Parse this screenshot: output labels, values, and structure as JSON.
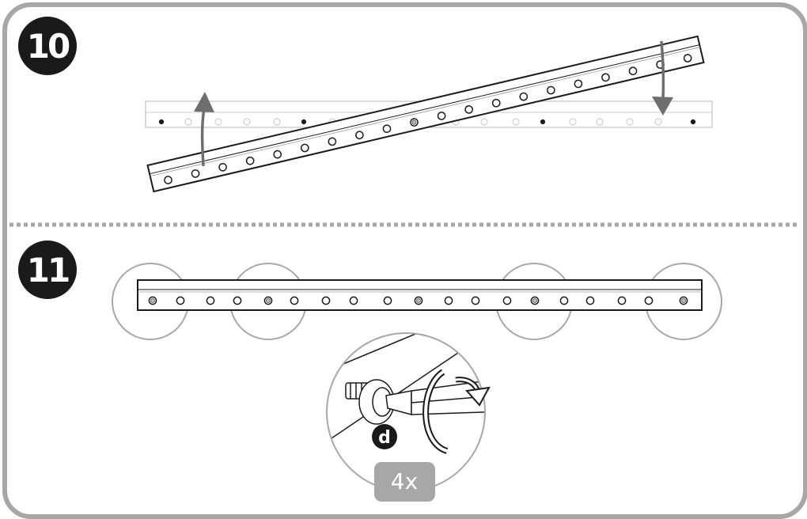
{
  "steps": [
    {
      "number": "10"
    },
    {
      "number": "11"
    }
  ],
  "detail": {
    "part_letter": "d",
    "quantity": "4x"
  },
  "colors": {
    "frame": "#a7a7a9",
    "ink": "#1a1a1a",
    "arrow": "#6d6e70",
    "ghost": "#cfcfd1",
    "callout": "#a7a7a9",
    "badge": "#a7a7a9"
  }
}
